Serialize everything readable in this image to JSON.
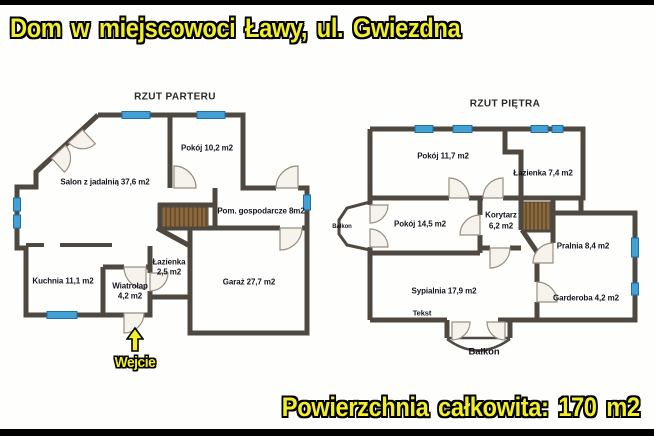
{
  "header": {
    "title": "Dom w miejscowoci Ławy, ul. Gwiezdna"
  },
  "footer": {
    "total_area": "Powierzchnia całkowita: 170 m2"
  },
  "colors": {
    "accent_yellow": "#f2ee2a",
    "wall": "#4f4840",
    "window_blue": "#44a1d6",
    "stairs_brown": "#8a6a3e",
    "door_fill": "#f6f3ec",
    "label_dark": "#14141e",
    "bar_black": "#000000"
  },
  "ground_floor": {
    "title": "RZUT PARTERU",
    "rooms": {
      "salon": "Salon z jadalnią 37,6 m2",
      "pokoj": "Pokój 10,2 m2",
      "pom_gospodarcze": "Pom. gospodarcze 8m2",
      "kuchnia": "Kuchnia 11,1 m2",
      "wiatrolap_name": "Wiatrołap",
      "wiatrolap_area": "4,2 m2",
      "lazienka_name": "Łazienka",
      "lazienka_area": "2,5 m2",
      "garaz": "Garaż 27,7 m2"
    },
    "entrance": "Wejcie"
  },
  "upper_floor": {
    "title": "RZUT PIĘTRA",
    "rooms": {
      "pokoj_1": "Pokój 11,7 m2",
      "lazienka": "Łazienka 7,4 m2",
      "pokoj_2": "Pokój 14,5 m2",
      "korytarz_name": "Korytarz",
      "korytarz_area": "6,2 m2",
      "pralnia": "Pralnia 8,4 m2",
      "sypialnia": "Sypialnia 17,9 m2",
      "garderoba": "Garderoba 4,2 m2",
      "balkon_left": "Balkon",
      "balkon_bottom": "Balkon",
      "tekst": "Tekst"
    }
  }
}
